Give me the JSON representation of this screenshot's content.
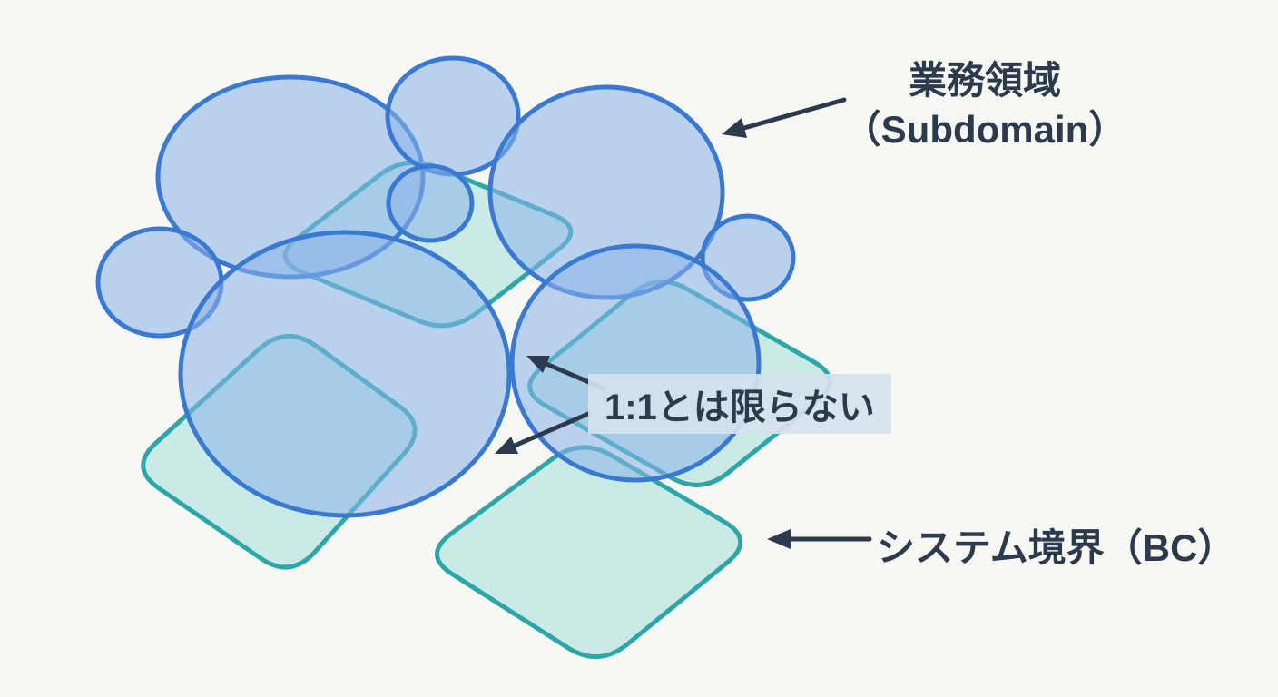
{
  "colors": {
    "background": "#f7f7f4",
    "tile_stroke": "#2ca6a9",
    "tile_fill": "rgba(165,224,219,0.55)",
    "bubble_stroke": "#3a79d2",
    "bubble_fill": "rgba(137,179,233,0.55)",
    "text": "#2b3a4d",
    "arrow": "#2b3a4d",
    "ratio_label_bg": "rgba(213,226,237,0.92)"
  },
  "labels": {
    "subdomain_line1": "業務領域",
    "subdomain_line2": "（Subdomain）",
    "ratio_note": "1:1とは限らない",
    "bc": "システム境界（BC）"
  }
}
